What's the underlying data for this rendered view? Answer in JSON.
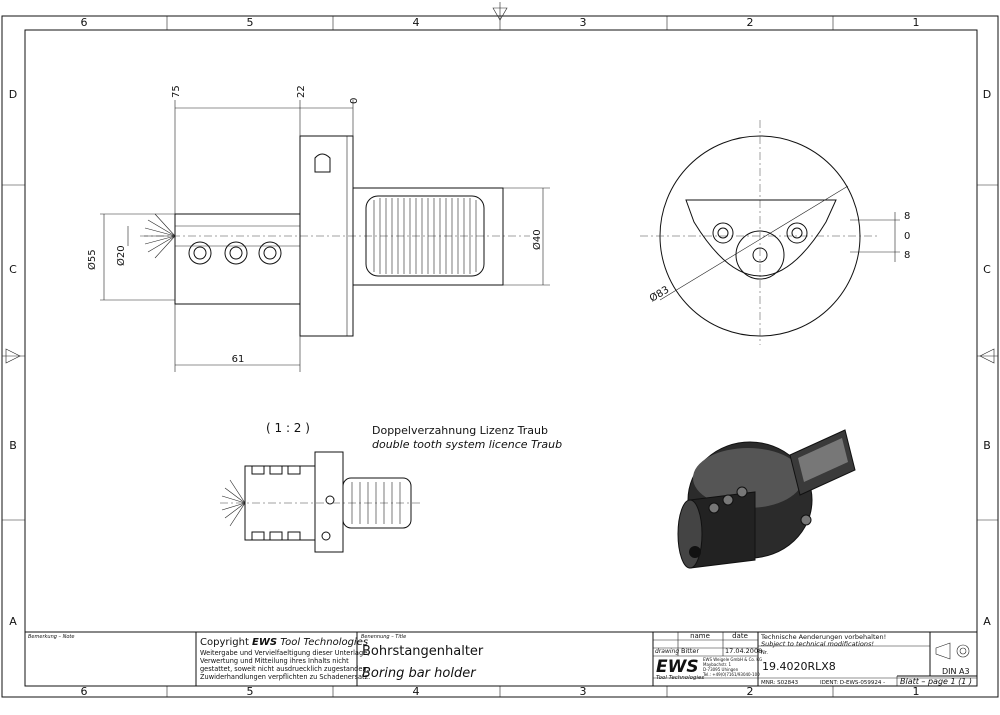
{
  "border": {
    "cols_top": [
      "6",
      "5",
      "4",
      "3",
      "2",
      "1"
    ],
    "cols_bottom": [
      "6",
      "5",
      "4",
      "3",
      "2",
      "1"
    ],
    "rows_left": [
      "D",
      "C",
      "B",
      "A"
    ],
    "rows_right": [
      "D",
      "C",
      "B",
      "A"
    ]
  },
  "dimensions": {
    "top_75": "75",
    "top_22": "22",
    "top_0": "0",
    "d55": "Ø55",
    "d20": "Ø20",
    "d40": "Ø40",
    "len61": "61",
    "d83": "Ø83",
    "r8a": "8",
    "r0": "0",
    "r8b": "8"
  },
  "notes": {
    "scale": "( 1 : 2 )",
    "line1": "Doppelverzahnung Lizenz Traub",
    "line2": "double tooth system licence Traub"
  },
  "title_block": {
    "remark_label": "Bemerkung – Note",
    "copyright_prefix": "Copyright ",
    "copyright_brand": "EWS",
    "copyright_suffix": " Tool Technologies",
    "legal1": "Weitergabe und Vervielfaeltigung dieser Unterlage,",
    "legal2": "Verwertung und Mitteilung ihres Inhalts nicht",
    "legal3": "gestattet, soweit nicht ausdruecklich zugestanden.",
    "legal4": "Zuwiderhandlungen verpflichten zu Schadenersatz.",
    "title_label": "Benennung – Title",
    "title_de": "Bohrstangenhalter",
    "title_en": "Boring bar holder",
    "col_name": "name",
    "col_date": "date",
    "row_drawing": "drawing",
    "drawn_by": "Bitter",
    "drawn_date": "17.04.2008",
    "logo": "EWS",
    "logo_sub": "Tool Technologies",
    "company1": "EWS Weigele GmbH & Co. KG",
    "company2": "Maybachstr. 1",
    "company3": "D-73095 Uhingen",
    "company4": "Tel.: +49(0)7161/93040-100",
    "mnr": "MNR: S02843",
    "modif_de": "Technische Aenderungen vorbehalten!",
    "modif_en": "Subject to technical modifications!",
    "nr_label": "Nr.",
    "part_no": "19.4020RLX8",
    "ident": "IDENT: D-EWS-059924 -",
    "sheet": "Blatt – page  1 (1 )",
    "format": "DIN A3"
  }
}
